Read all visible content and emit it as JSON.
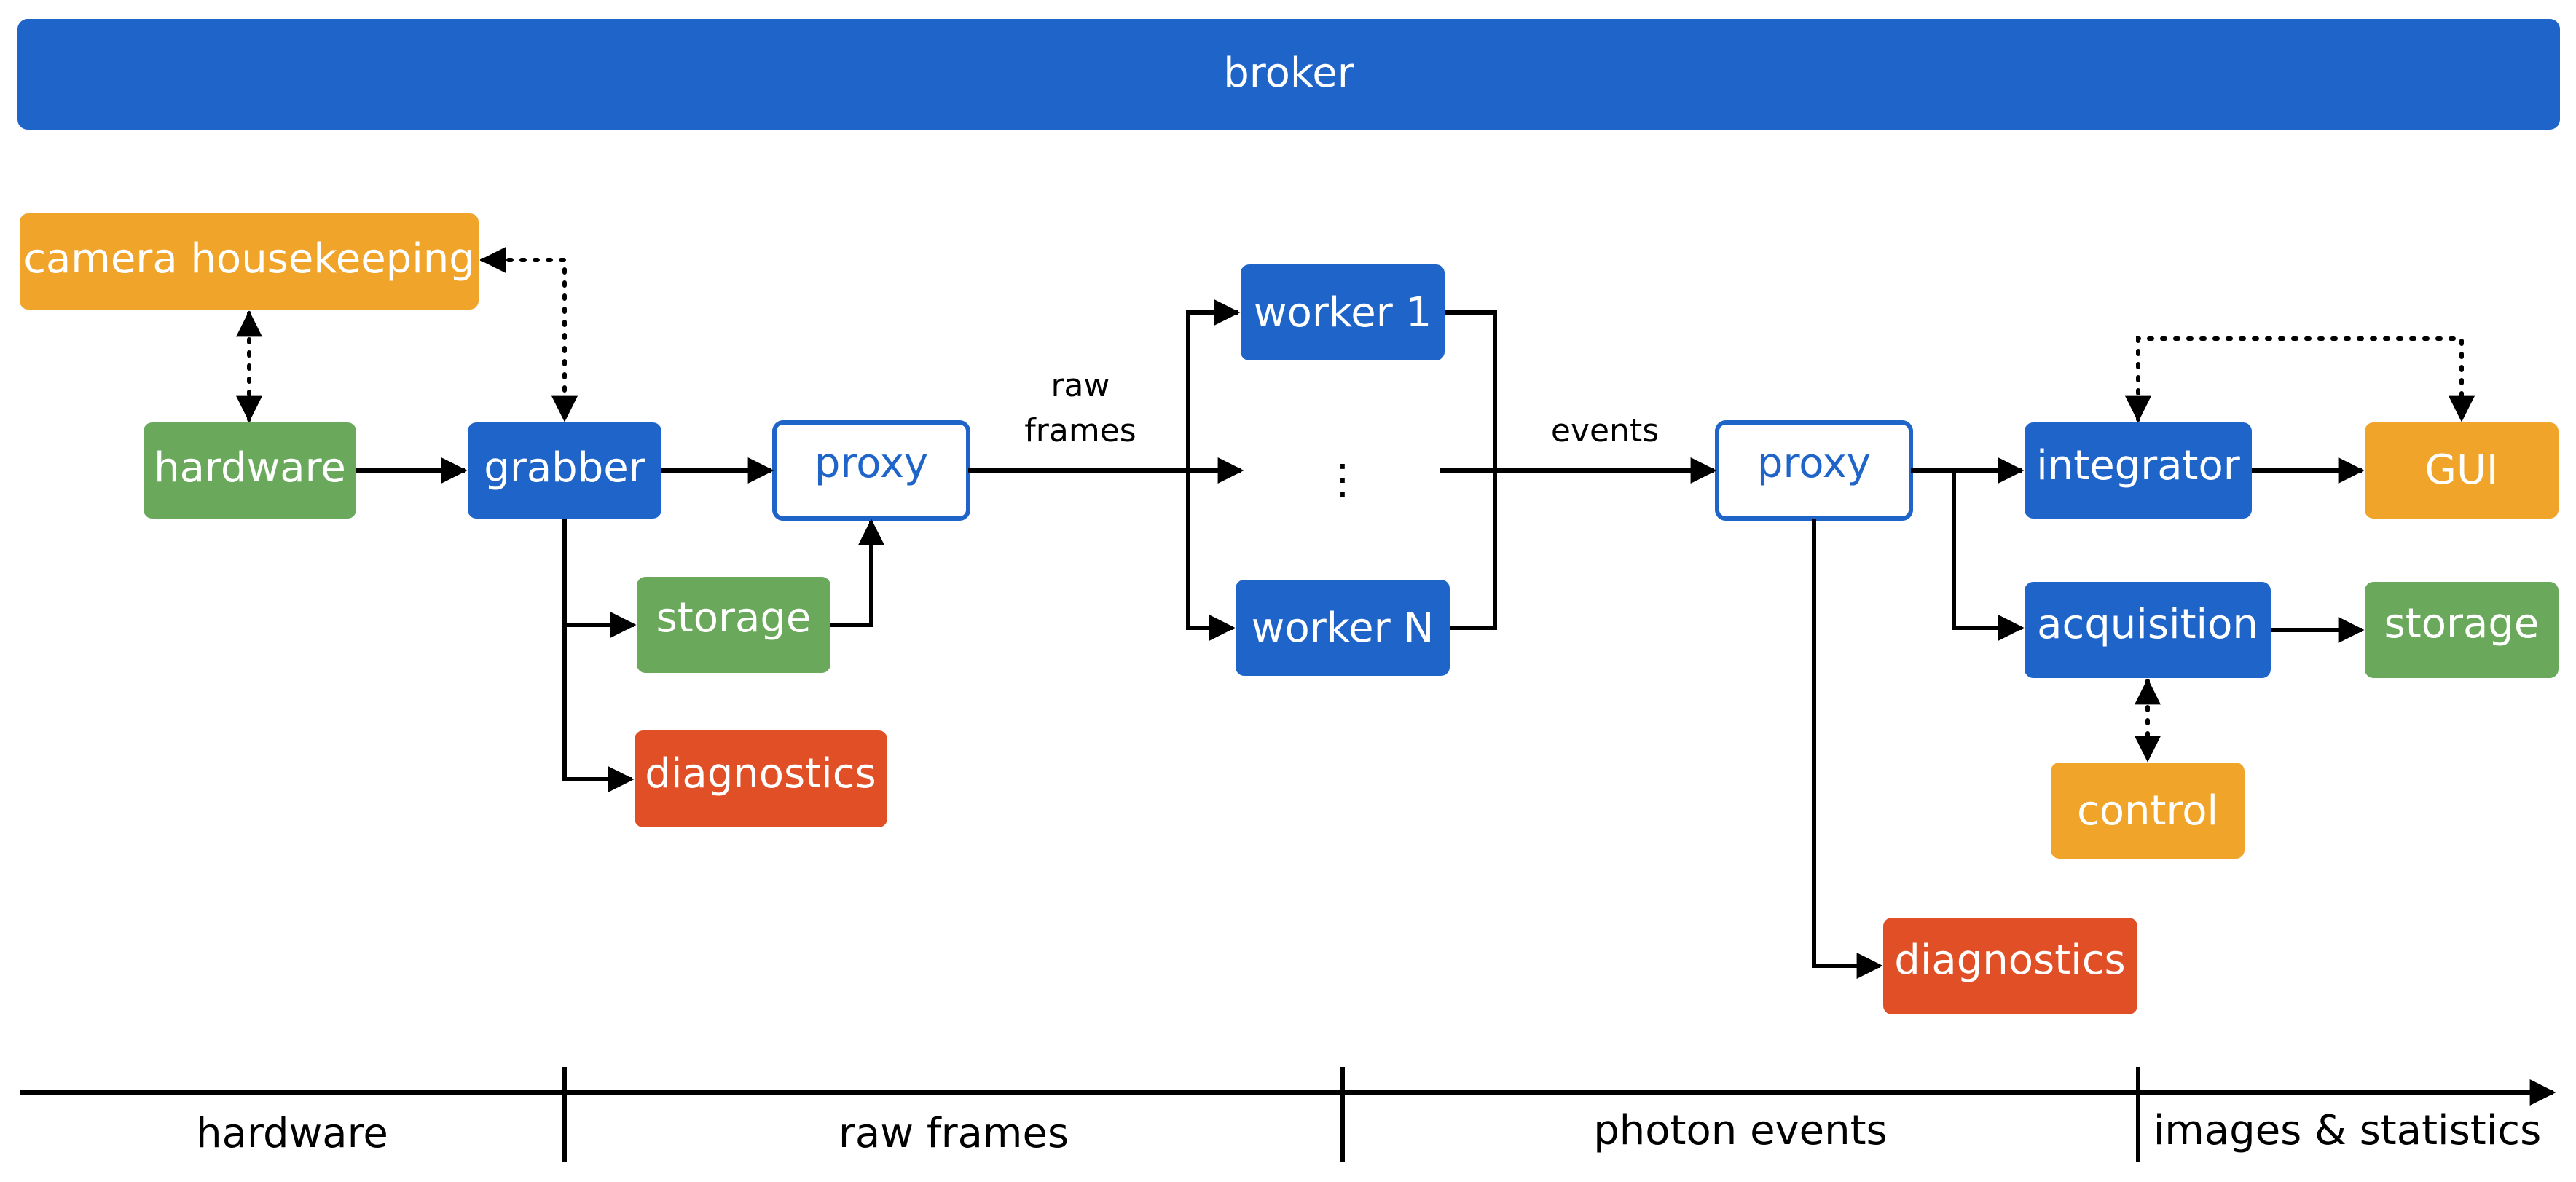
{
  "boxes": {
    "broker": "broker",
    "camera_housekeeping": "camera housekeeping",
    "hardware": "hardware",
    "grabber": "grabber",
    "proxy_1": "proxy",
    "storage_1": "storage",
    "diagnostics_1": "diagnostics",
    "worker_1": "worker 1",
    "worker_dots": "⋮",
    "worker_n": "worker N",
    "proxy_2": "proxy",
    "integrator": "integrator",
    "gui": "GUI",
    "acquisition": "acquisition",
    "storage_2": "storage",
    "control": "control",
    "diagnostics_2": "diagnostics"
  },
  "edge_labels": {
    "raw_frames_line1": "raw",
    "raw_frames_line2": "frames",
    "events": "events"
  },
  "stages": [
    "hardware",
    "raw frames",
    "photon events",
    "images & statistics"
  ],
  "colors": {
    "blue": "#1f64c9",
    "orange": "#f0a429",
    "green": "#6aa95c",
    "red": "#e04f26",
    "white": "#ffffff",
    "black": "#000000"
  }
}
